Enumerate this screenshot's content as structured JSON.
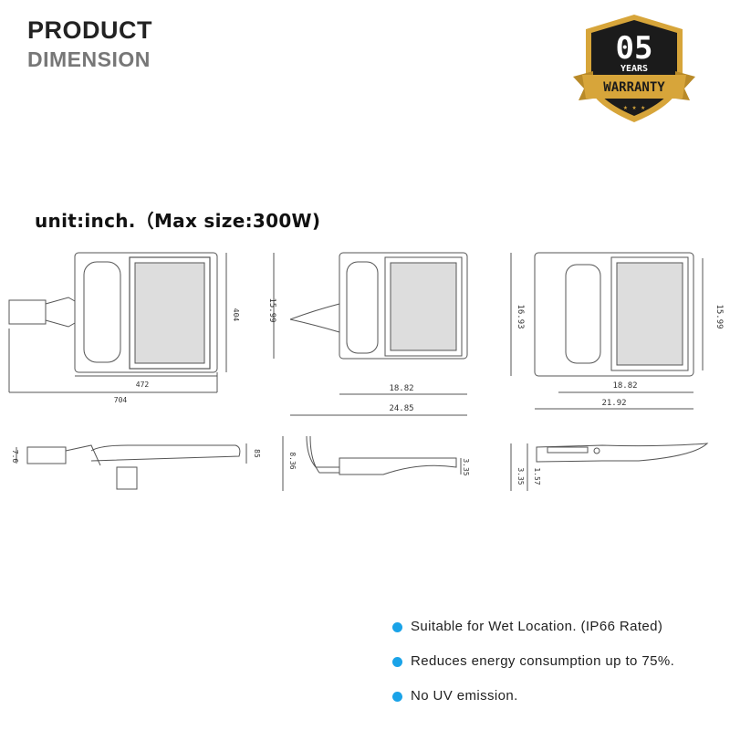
{
  "header": {
    "line1": "PRODUCT",
    "line2": "DIMENSION"
  },
  "badge": {
    "number": "05",
    "years": "YEARS",
    "warranty": "WARRANTY",
    "icon": "shield-badge",
    "colors": {
      "gold": "#d7a53a",
      "dark": "#1b1b1b"
    }
  },
  "unit_line": "unit:inch.（Max size:300W)",
  "dimensions": {
    "top_view": {
      "width_inner": "472",
      "width_total": "704",
      "height": "404"
    },
    "front_view": {
      "height": "15.99",
      "width_inner": "18.82",
      "width_total": "24.85"
    },
    "right_view": {
      "height_left": "16.93",
      "height_right": "15.99",
      "width_inner": "18.82",
      "width_total": "21.92"
    },
    "side_view_1": {
      "left": "7.6",
      "right": "85"
    },
    "side_view_2": {
      "left": "8.36",
      "right": "3.35"
    },
    "side_view_3": {
      "bottom_left": "3.35",
      "bottom_right": "1.57"
    }
  },
  "features": [
    "Suitable for Wet Location. (IP66 Rated)",
    "Reduces energy consumption up to 75%.",
    "No UV emission."
  ],
  "accent_color": "#1aa3e8"
}
